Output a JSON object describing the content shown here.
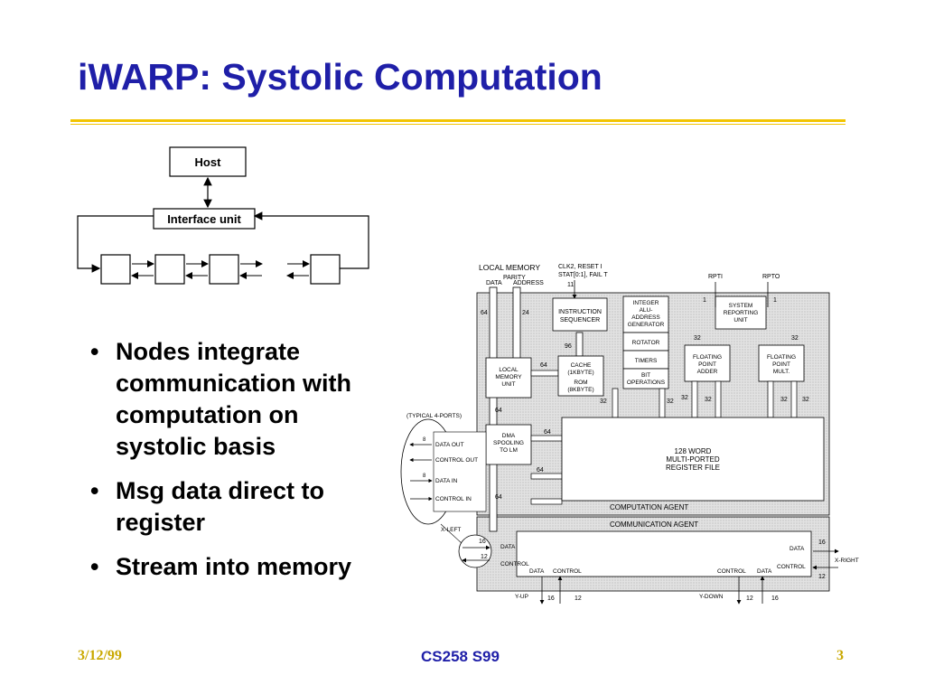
{
  "slide": {
    "title": "iWARP: Systolic Computation",
    "bullets": [
      "Nodes integrate\ncommunication with\ncomputation on\nsystolic basis",
      "Msg data direct to\nregister",
      "Stream into memory"
    ],
    "footer": {
      "date": "3/12/99",
      "course": "CS258 S99",
      "page": "3"
    }
  },
  "top_diagram": {
    "host": "Host",
    "interface": "Interface unit"
  },
  "block_diagram": {
    "local_memory": "LOCAL MEMORY",
    "parity": "PARITY",
    "data": "DATA",
    "address": "ADDRESS",
    "clk": "CLK2, RESET I",
    "stat": "STAT[0:1], FAIL T",
    "rpti": "RPTI",
    "rpto": "RPTO",
    "instr_seq": [
      "INSTRUCTION",
      "SEQUENCER"
    ],
    "int_alu": [
      "INTEGER",
      "ALU-",
      "ADDRESS",
      "GENERATOR"
    ],
    "rotator": "ROTATOR",
    "timers": "TIMERS",
    "bit_ops": [
      "BIT",
      "OPERATIONS"
    ],
    "sys_report": [
      "SYSTEM",
      "REPORTING",
      "UNIT"
    ],
    "fp_adder": [
      "FLOATING",
      "POINT",
      "ADDER"
    ],
    "fp_mult": [
      "FLOATING",
      "POINT",
      "MULT."
    ],
    "lmu": [
      "LOCAL",
      "MEMORY",
      "UNIT"
    ],
    "cache": [
      "CACHE",
      "(1KBYTE)",
      "ROM",
      "(8KBYTE)"
    ],
    "dma": [
      "DMA",
      "SPOOLING",
      "TO LM"
    ],
    "regfile": [
      "128 WORD",
      "MULTI-PORTED",
      "REGISTER FILE"
    ],
    "comp_agent": "COMPUTATION AGENT",
    "comm_agent": "COMMUNICATION AGENT",
    "typical": "(TYPICAL 4-PORTS)",
    "data_out": "DATA OUT",
    "control_out": "CONTROL OUT",
    "data_in": "DATA  IN",
    "control_in": "CONTROL IN",
    "x_left": "X-LEFT",
    "x_right": "X-RIGHT",
    "y_up": "Y-UP",
    "y_down": "Y-DOWN",
    "control": "CONTROL",
    "n64": "64",
    "n24": "24",
    "n11": "11",
    "n96": "96",
    "n32": "32",
    "n16": "16",
    "n12": "12",
    "n1": "1",
    "n8": "8"
  }
}
